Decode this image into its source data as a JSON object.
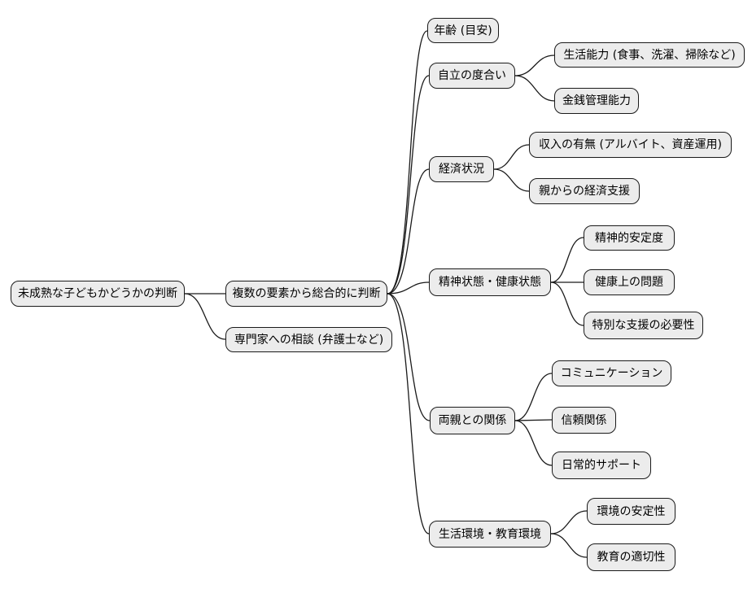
{
  "meta": {
    "background_color": "#ffffff",
    "node_fill_color": "#ececec",
    "node_border_color": "#1a1a1a",
    "edge_color": "#1a1a1a"
  },
  "diagram": {
    "type": "mindmap",
    "root": {
      "label": "未成熟な子どもかどうかの判断",
      "children": [
        {
          "label": "複数の要素から総合的に判断",
          "children": [
            {
              "label": "年齢 (目安)",
              "children": []
            },
            {
              "label": "自立の度合い",
              "children": [
                {
                  "label": "生活能力 (食事、洗濯、掃除など)"
                },
                {
                  "label": "金銭管理能力"
                }
              ]
            },
            {
              "label": "経済状況",
              "children": [
                {
                  "label": "収入の有無 (アルバイト、資産運用)"
                },
                {
                  "label": "親からの経済支援"
                }
              ]
            },
            {
              "label": "精神状態・健康状態",
              "children": [
                {
                  "label": "精神的安定度"
                },
                {
                  "label": "健康上の問題"
                },
                {
                  "label": "特別な支援の必要性"
                }
              ]
            },
            {
              "label": "両親との関係",
              "children": [
                {
                  "label": "コミュニケーション"
                },
                {
                  "label": "信頼関係"
                },
                {
                  "label": "日常的サポート"
                }
              ]
            },
            {
              "label": "生活環境・教育環境",
              "children": [
                {
                  "label": "環境の安定性"
                },
                {
                  "label": "教育の適切性"
                }
              ]
            }
          ]
        },
        {
          "label": "専門家への相談 (弁護士など)",
          "children": []
        }
      ]
    }
  }
}
